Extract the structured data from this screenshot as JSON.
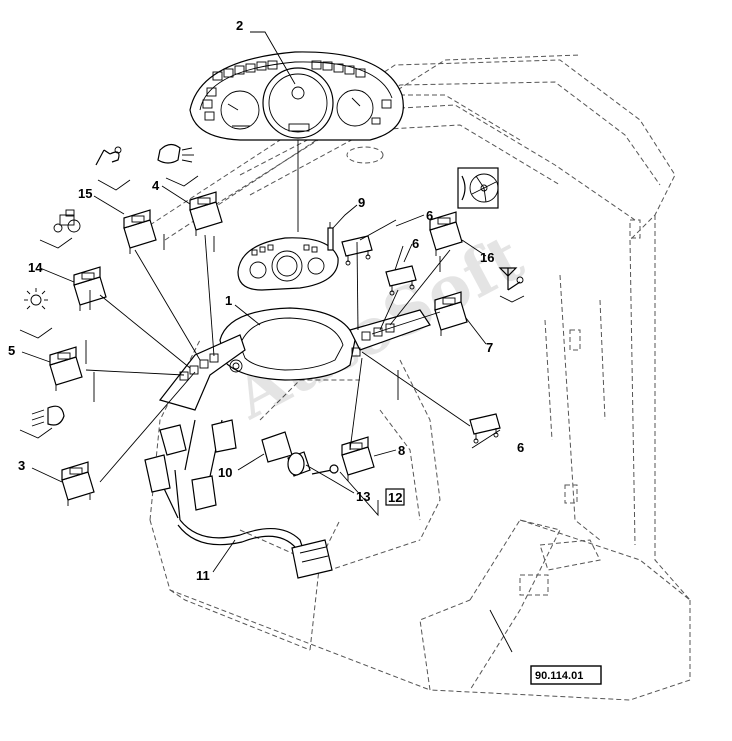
{
  "watermark": "AutoSoft",
  "reference": "90.114.01",
  "callouts": {
    "c1": "1",
    "c2": "2",
    "c3": "3",
    "c4": "4",
    "c5": "5",
    "c6a": "6",
    "c6b": "6",
    "c6c": "6",
    "c7": "7",
    "c8": "8",
    "c9": "9",
    "c10": "10",
    "c11": "11",
    "c12": "12",
    "c13": "13",
    "c14": "14",
    "c15": "15",
    "c16": "16"
  },
  "icons": {
    "work_light": "work-light-icon",
    "flashing_beacon": "beacon-icon",
    "front_light": "front-light-icon",
    "tractor": "tractor-icon",
    "wiper": "wiper-icon",
    "headlight": "headlight-icon",
    "fan": "fan-icon",
    "lift": "lift-icon"
  },
  "colors": {
    "line": "#000000",
    "dashed_outline": "#555555",
    "background": "#ffffff"
  }
}
